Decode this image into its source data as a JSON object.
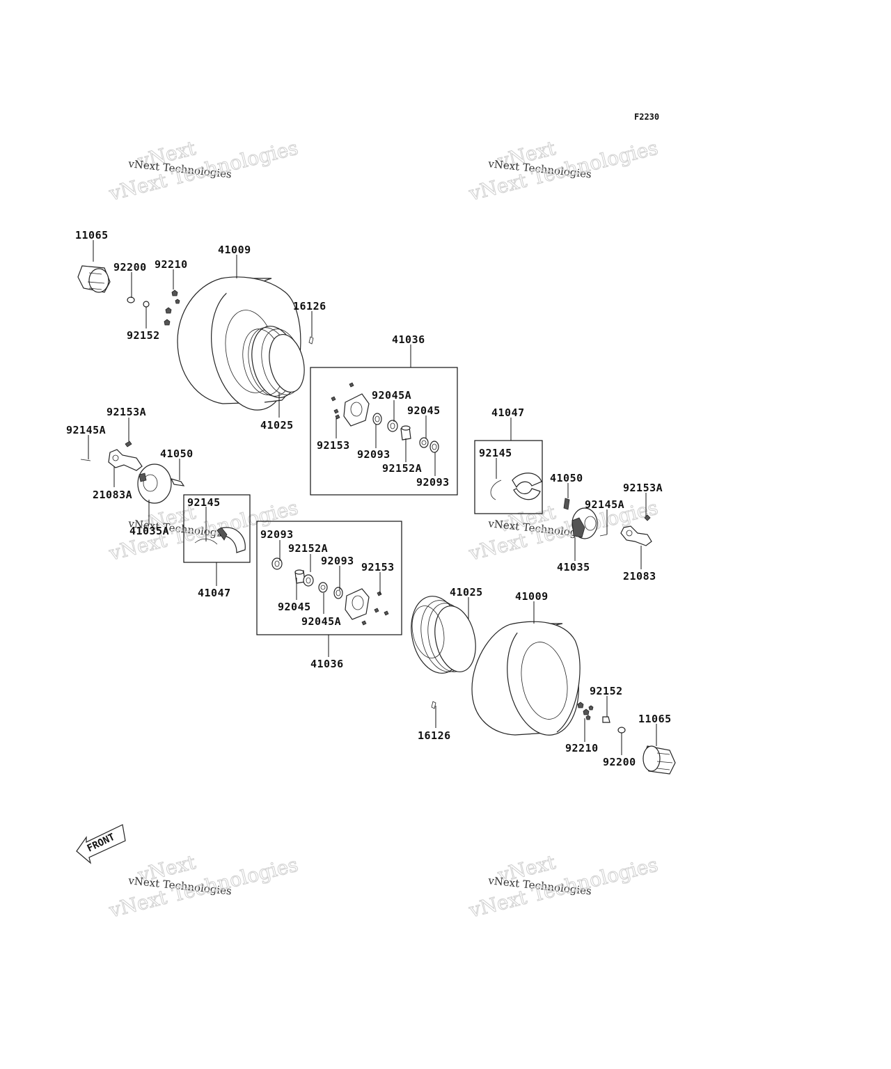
{
  "diagram": {
    "code": "F2230",
    "watermark": {
      "line1": "vNext Technologies",
      "line2": "vNext Technologies"
    },
    "front_label": "FRONT",
    "callouts": [
      "11065",
      "41009",
      "92200",
      "92210",
      "92152",
      "16126",
      "41025",
      "41036",
      "92045A",
      "92045",
      "92153",
      "92093",
      "92152A",
      "92093",
      "41047",
      "92145",
      "41050",
      "92153A",
      "92145A",
      "41035",
      "21083",
      "92153A",
      "92145A",
      "41050",
      "21083A",
      "41035A",
      "92145",
      "41047",
      "92093",
      "92152A",
      "92093",
      "92153",
      "92045",
      "92045A",
      "41036",
      "41025",
      "41009",
      "16126",
      "92152",
      "92210",
      "92200",
      "11065"
    ]
  }
}
